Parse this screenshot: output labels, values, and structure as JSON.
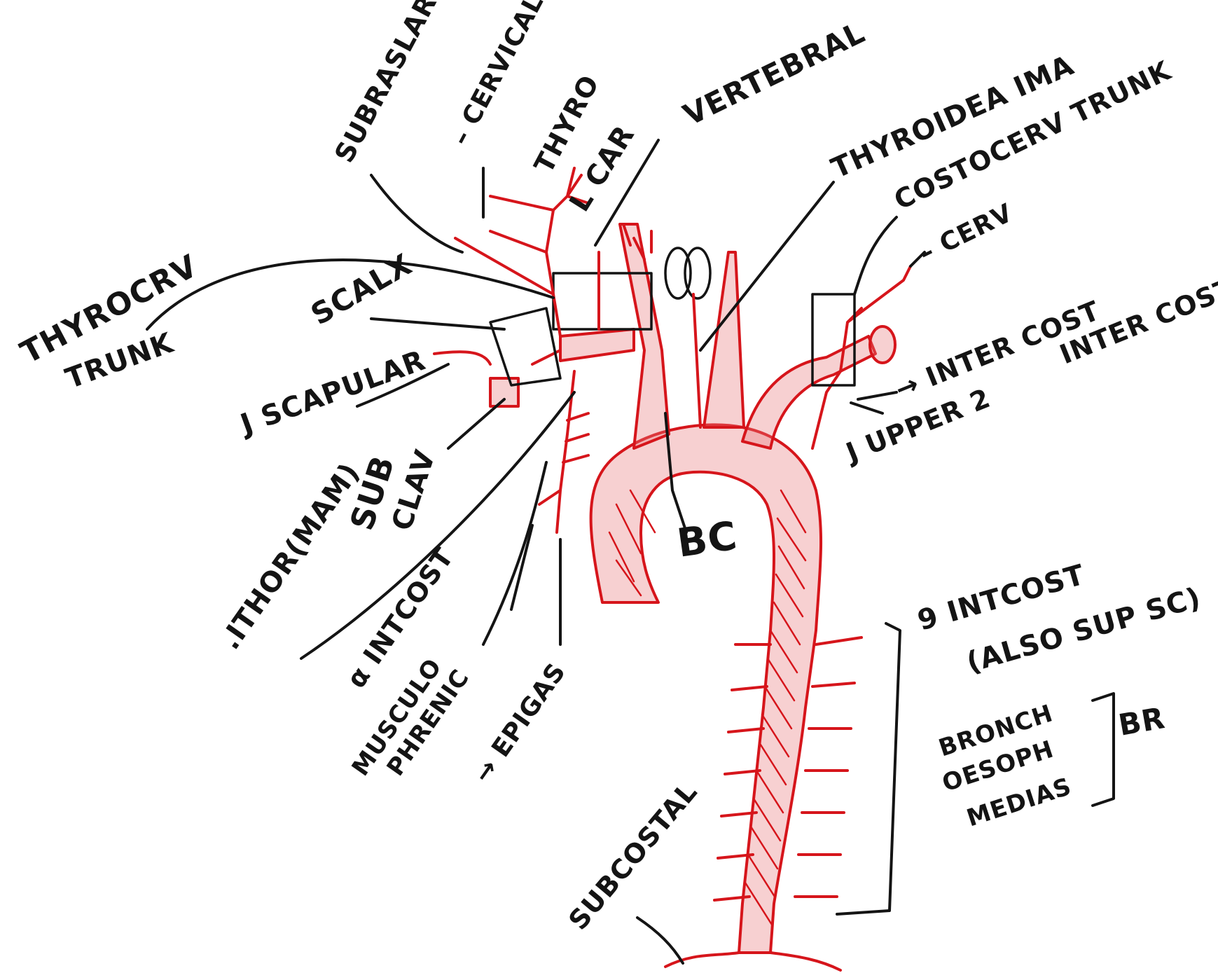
{
  "colors": {
    "ink": "#141414",
    "artery": "#d6151b",
    "background": "#ffffff"
  },
  "labels": {
    "thyrocerv_trunk_1": "THYROCRV",
    "thyrocerv_trunk_2": "TRUNK",
    "subraslar": "SUBRASLAR",
    "cervical": "– CERVICAL",
    "thyro": "THYRO",
    "l_car": "L CAR",
    "vertebral": "VERTEBRAL",
    "thyroidea_ima": "THYROIDEA IMA",
    "costocerv_trunk": "COSTOCERV TRUNK",
    "cerv": "– CERV",
    "scalx": "SCALX",
    "j_scapular": "J SCAPULAR",
    "inter_cost_1": "→ INTER COST",
    "inter_cost_2": "INTER COST",
    "upper_2": "J UPPER 2",
    "sub_clav_1": "SUB",
    "sub_clav_2": "CLAV",
    "bc": "BC",
    "ithor_mam": ".ITHOR(MAM)",
    "a_intcost": "α INTCOST",
    "musculo_1": "MUSCULO",
    "musculo_2": "PHRENIC",
    "epigas": "→ EPIGAS",
    "intcost_9": "9 INTCOST",
    "also_sup": "(ALSO SUP SC)",
    "bronch_1": "BRONCH",
    "bronch_2": "OESOPH",
    "bronch_3": "MEDIAS",
    "br": "BR",
    "subcostal": "SUBCOSTAL"
  }
}
